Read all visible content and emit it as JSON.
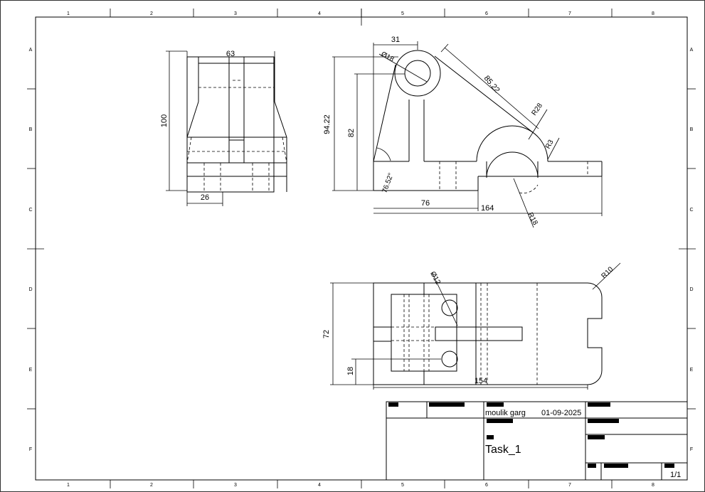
{
  "border": {
    "columns": [
      "1",
      "2",
      "3",
      "4",
      "5",
      "6",
      "7",
      "8"
    ],
    "rows": [
      "A",
      "B",
      "C",
      "D",
      "E",
      "F"
    ]
  },
  "views": {
    "side": {
      "dims": {
        "width": "63",
        "height": "100",
        "bottom": "26"
      }
    },
    "front": {
      "dims": {
        "top": "31",
        "hole": "Ø18",
        "slant": "85.22",
        "r_large": "R28",
        "r_small": "R3",
        "height1": "94.22",
        "height2": "82",
        "angle": "76.52°",
        "len1": "76",
        "len2": "164",
        "r_inner": "R18"
      }
    },
    "top": {
      "dims": {
        "hole": "Ø12",
        "r_corner": "R10",
        "depth": "72",
        "offset": "18",
        "length": "154"
      }
    }
  },
  "title_block": {
    "author": "moulik garg",
    "date": "01-09-2025",
    "title": "Task_1",
    "sheet": "1/1"
  }
}
